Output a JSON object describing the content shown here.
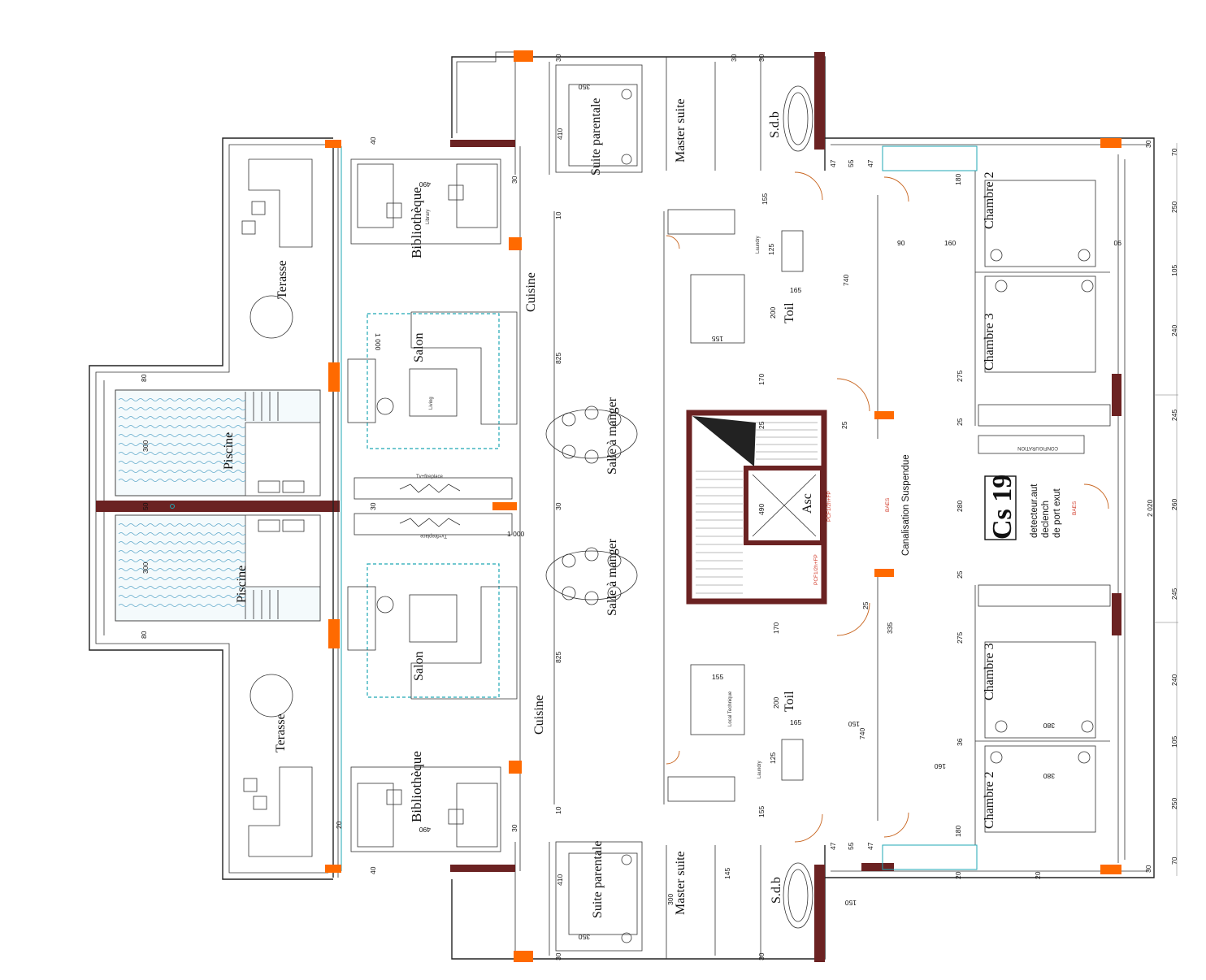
{
  "rooms": {
    "suite_top": "Suite parentale",
    "master_top": "Master suite",
    "sdb_top": "S.d.b",
    "bib_top": "Bibliothèque",
    "library_top": "Library",
    "cuisine_top": "Cuisine",
    "salon_top": "Salon",
    "living_top": "Living",
    "terasse_top": "Terasse",
    "piscine_top": "Piscine",
    "salle_top": "Salle à manger",
    "toil_top": "Toil",
    "laundry_top": "Laundry",
    "chambre2_top": "Chambre 2",
    "chambre3_top": "Chambre 3",
    "suite_bot": "Suite parentale",
    "master_bot": "Master suite",
    "sdb_bot": "S.d.b",
    "bib_bot": "Bibliothèque",
    "cuisine_bot": "Cuisine",
    "salon_bot": "Salon",
    "terasse_bot": "Terasse",
    "piscine_bot": "Piscine",
    "salle_bot": "Salle à manger",
    "toil_bot": "Toil",
    "laundry_bot": "Laundry",
    "local_tech": "Local Technique",
    "chambre2_bot": "Chambre 2",
    "chambre3_bot": "Chambre 3",
    "asc": "Asc",
    "tv_fire_top": "Tv+fireplace",
    "tv_fire_bot": "Tv+fireplace",
    "conf": "CONFIGURATION",
    "canal": "Canalisation Suspendue"
  },
  "core": {
    "code": "Cs 19",
    "note1": "detecteur.aut",
    "note2": "declench",
    "note3": "de port exut",
    "pcf1": "PCF1/2h+FP",
    "pcf2": "PCF1/2h+FP",
    "baes1": "BAES",
    "baes2": "BAES"
  },
  "dims": {
    "d30": "30",
    "d40": "40",
    "d10": "10",
    "d20": "20",
    "d25": "25",
    "d80": "80",
    "d50": "50",
    "d47": "47",
    "d55": "55",
    "d70": "70",
    "d90": "90",
    "d100": "1 000",
    "d1000": "1 000",
    "d125": "125",
    "d145": "145",
    "d155": "155",
    "d160": "160",
    "d165": "165",
    "d170": "170",
    "d180": "180",
    "d200": "200",
    "d240": "240",
    "d245": "245",
    "d250": "250",
    "d260": "260",
    "d275": "275",
    "d280": "280",
    "d300": "300",
    "d335": "335",
    "d350": "350",
    "d380": "380",
    "d410": "410",
    "d490": "490",
    "d740": "740",
    "d825": "825",
    "d2020": "2 020",
    "d105": "105",
    "d150": "150",
    "d36": "36"
  }
}
